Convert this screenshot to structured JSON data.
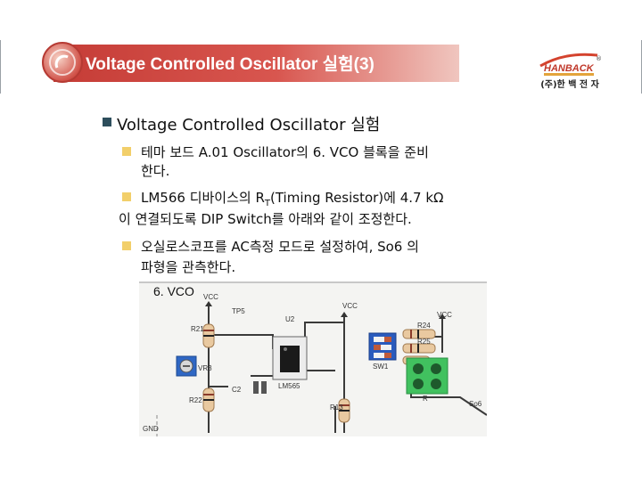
{
  "header": {
    "title": "Voltage Controlled Oscillator 실험(3)",
    "logo_brand": "HANBACK",
    "logo_company": "(주)한 백 전 자",
    "registered_mark": "®"
  },
  "content": {
    "main_bullet": "Voltage Controlled Oscillator 실험",
    "bullets": [
      "테마 보드 A.01 Oscillator의 6. VCO 블록을 준비",
      "한다.",
      "LM566 디바이스의 R",
      "T",
      "(Timing Resistor)에 4.7 kΩ",
      "이 연결되도록 DIP Switch를 아래와 같이 조정한다.",
      "오실로스코프를 AC측정 모드로 설정하여, So6 의",
      "파형을 관측한다."
    ]
  },
  "photo": {
    "block_label": "6. VCO",
    "labels": {
      "vcc_top": "VCC",
      "tp5": "TP5",
      "u2": "U2",
      "vcc_mid": "VCC",
      "vcc_right": "VCC",
      "r21": "R21",
      "r24": "R24",
      "r25": "R25",
      "sw1": "SW1",
      "vr3": "VR3",
      "c2": "C2",
      "lm565": "LM565",
      "r22": "R22",
      "r13": "R13",
      "r": "R",
      "so6": "So6",
      "gnd": "GND"
    }
  }
}
